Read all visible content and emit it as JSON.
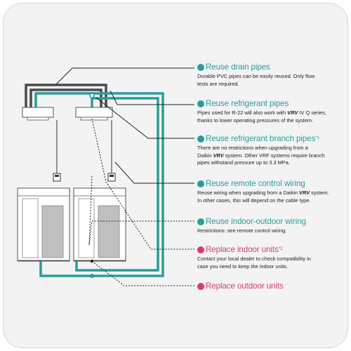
{
  "colors": {
    "teal": "#2a9d98",
    "pink": "#d93a6b",
    "pipe_grey": "#4a4a4a",
    "text": "#222222",
    "background": "#f3f3f4"
  },
  "callouts": [
    {
      "id": "drain",
      "title": "Reuse drain pipes",
      "sup": "",
      "color": "teal",
      "desc": [
        "Durable PVC pipes can be easily reused. Only flow",
        "tests are required."
      ]
    },
    {
      "id": "refrigerant",
      "title": "Reuse refrigerant pipes",
      "sup": "",
      "color": "teal",
      "desc": [
        "Pipes used for R-22 will also work with ",
        "VRV",
        " IV Q series,",
        "thanks to lower operating pressures of the system."
      ]
    },
    {
      "id": "branch",
      "title": "Reuse refrigerant branch pipes",
      "sup": "*1",
      "color": "teal",
      "desc": [
        "There are no restrictions when upgrading from a",
        "Daikin ",
        "VRV",
        " system. Other VRF systems require branch",
        "pipes withstand pressure up to 3.3 MPa."
      ]
    },
    {
      "id": "remote",
      "title": "Reuse remote control wiring",
      "sup": "",
      "color": "teal",
      "desc": [
        "Reuse wiring when upgrading from a Daikin ",
        "VRV",
        " system.",
        "In other cases, this will depend on the cable type."
      ]
    },
    {
      "id": "indoor-outdoor",
      "title": "Reuse indoor-outdoor wiring",
      "sup": "",
      "color": "teal",
      "desc": [
        "Restrictions: see remote control wiring."
      ]
    },
    {
      "id": "indoor-units",
      "title": "Replace indoor units",
      "sup": "*2",
      "color": "pink",
      "desc": [
        "Contact your local dealer to check compatibility in",
        "case you need to keep the indoor units."
      ]
    },
    {
      "id": "outdoor-units",
      "title": "Replace outdoor units",
      "sup": "",
      "color": "pink",
      "desc": []
    }
  ]
}
